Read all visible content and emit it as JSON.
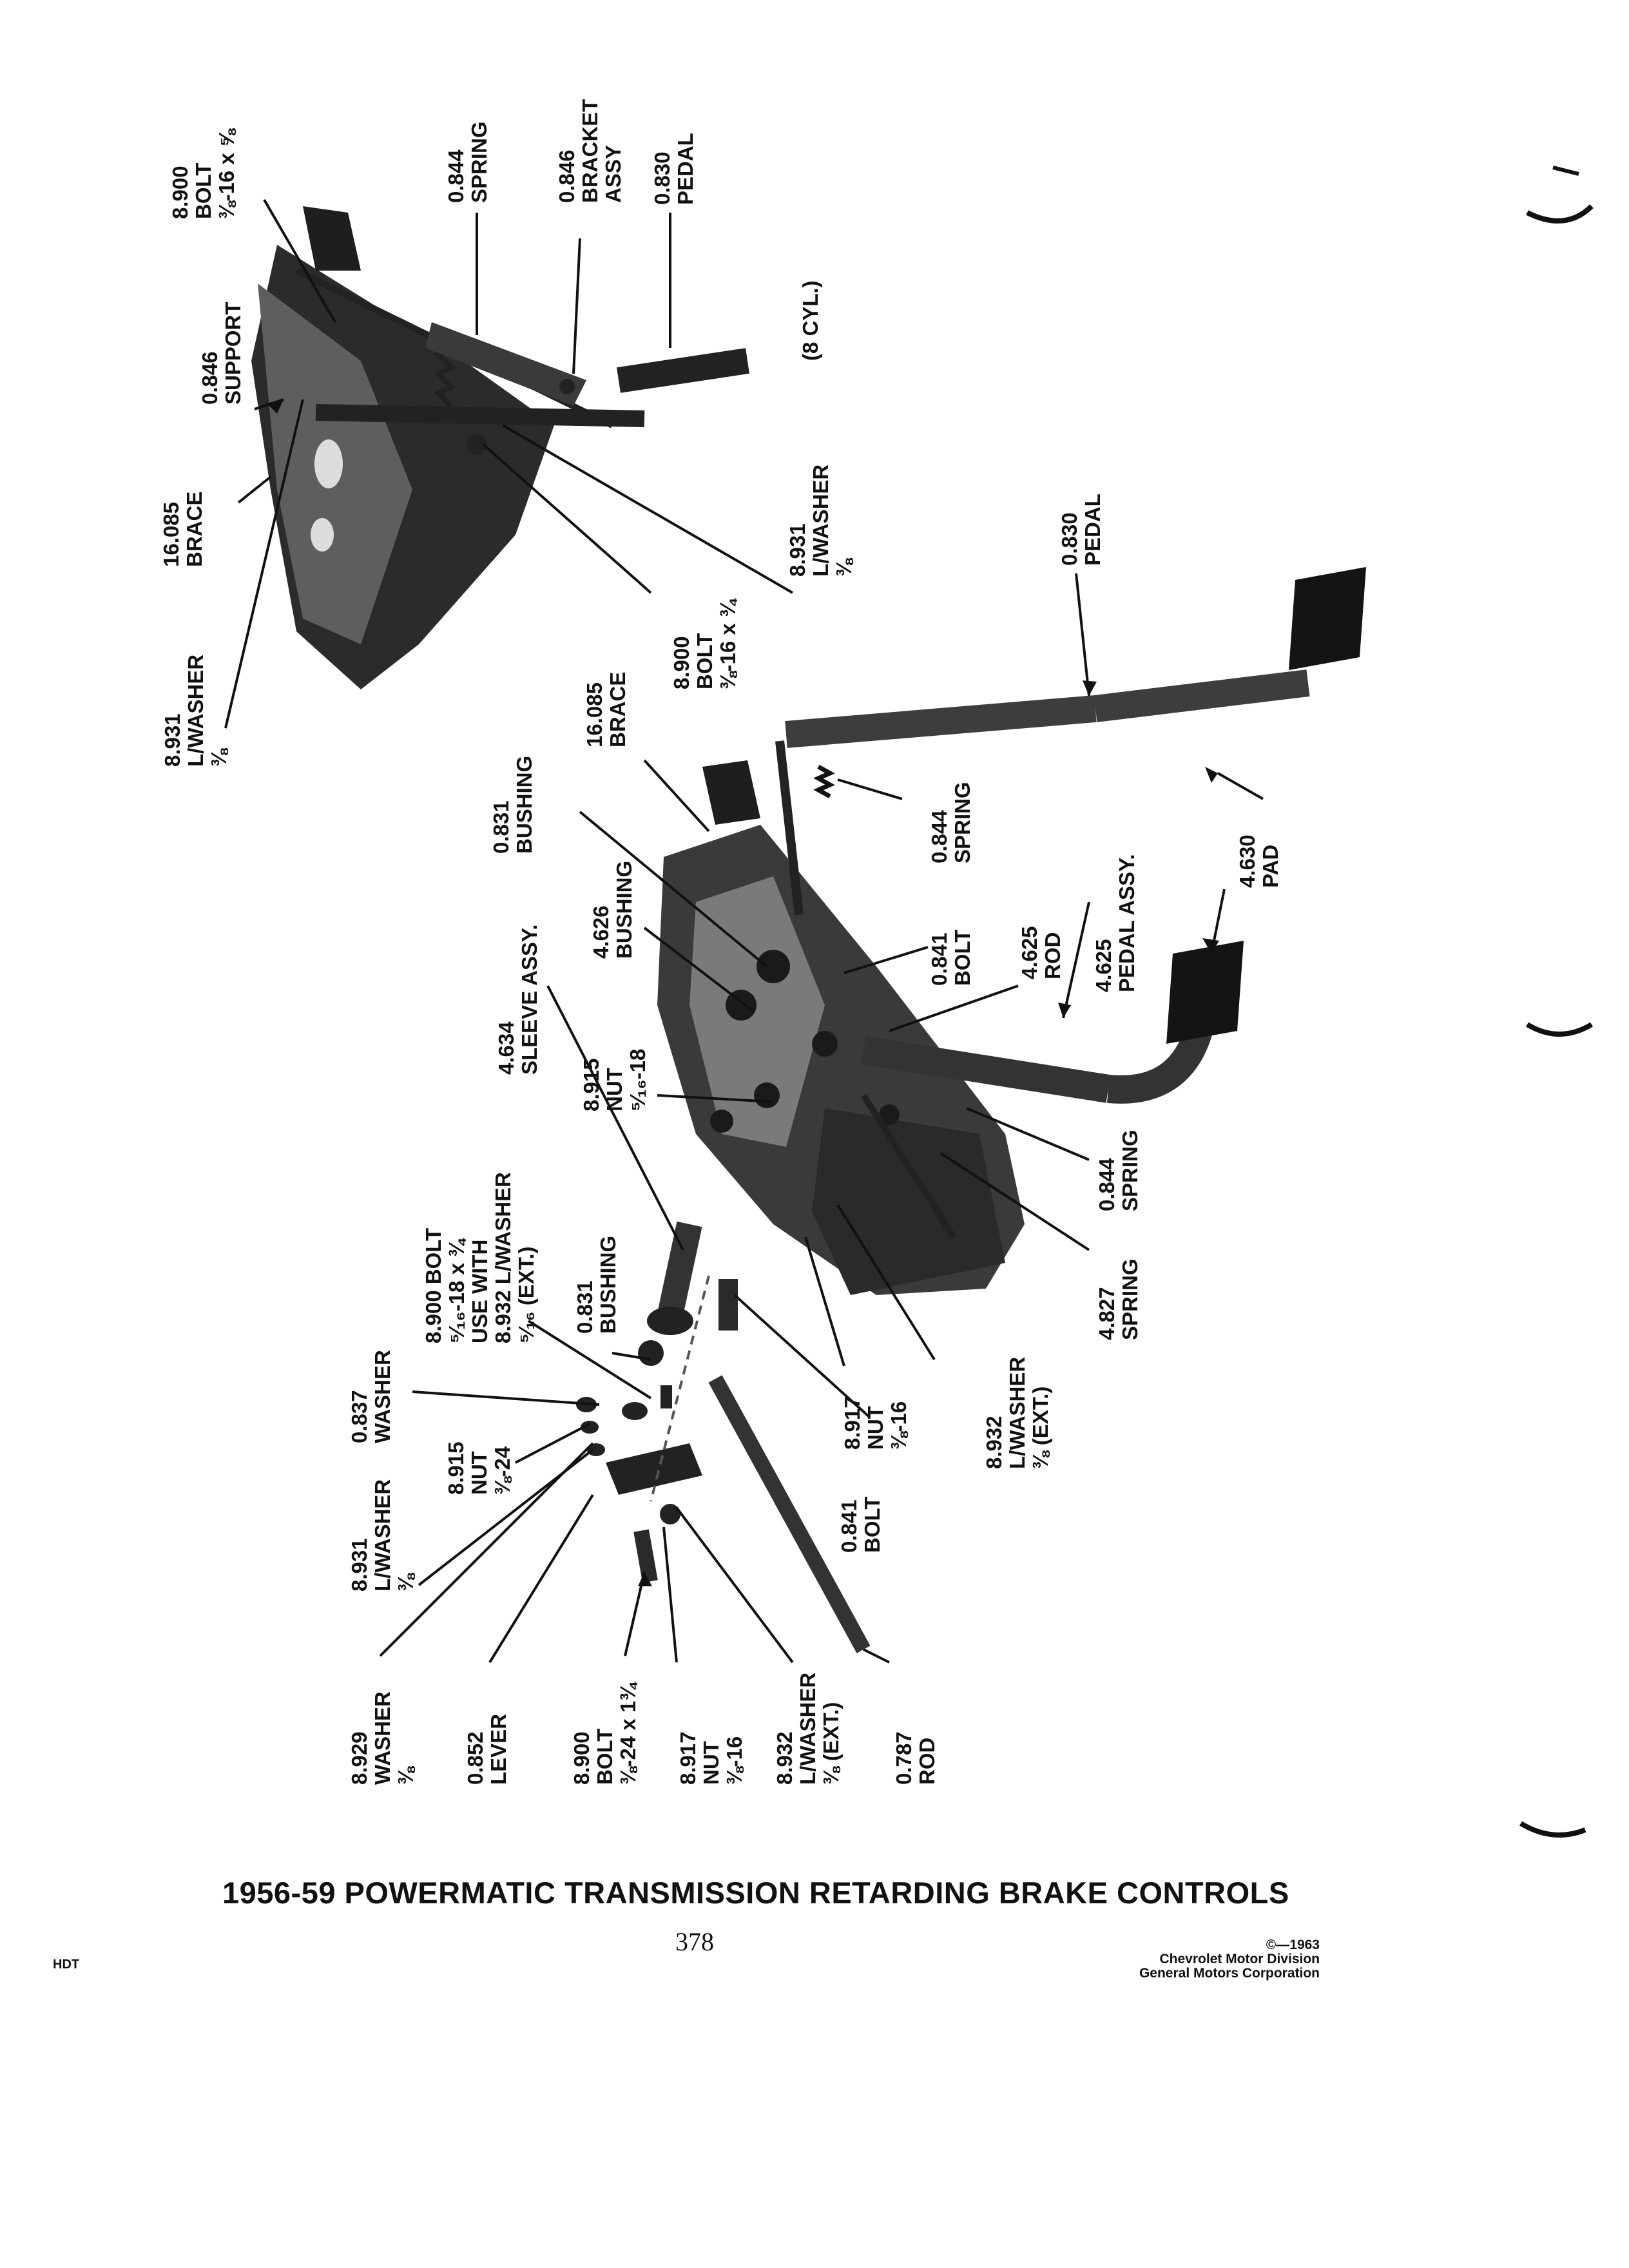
{
  "title": "1956-59 POWERMATIC TRANSMISSION RETARDING BRAKE CONTROLS",
  "page_number": "378",
  "section_code": "HDT",
  "copyright": {
    "line1": "©—1963",
    "line2": "Chevrolet Motor Division",
    "line3": "General Motors Corporation"
  },
  "top_assembly_note": "(8 CYL.)",
  "labels": {
    "top_bolt": [
      "8.900",
      "BOLT",
      "⅜-16 x ⅝"
    ],
    "top_spring": [
      "0.844",
      "SPRING"
    ],
    "top_bracket": [
      "0.846",
      "BRACKET",
      "ASSY"
    ],
    "top_pedal": [
      "0.830",
      "PEDAL"
    ],
    "top_support": [
      "0.846",
      "SUPPORT"
    ],
    "top_brace": [
      "16.085",
      "BRACE"
    ],
    "top_lwasher_left": [
      "8.931",
      "L/WASHER",
      "⅜"
    ],
    "top_bolt_lower": [
      "8.900",
      "BOLT",
      "⅜-16 x ¾"
    ],
    "top_lwasher_right": [
      "8.931",
      "L/WASHER",
      "⅜"
    ],
    "pedal_right": [
      "0.830",
      "PEDAL"
    ],
    "brace_mid": [
      "16.085",
      "BRACE"
    ],
    "bushing_mid": [
      "0.831",
      "BUSHING"
    ],
    "spring_mid": [
      "0.844",
      "SPRING"
    ],
    "pad": [
      "4.630",
      "PAD"
    ],
    "bushing_4626": [
      "4.626",
      "BUSHING"
    ],
    "pedal_assy": [
      "4.625",
      "PEDAL ASSY."
    ],
    "bolt_0841_upper": [
      "0.841",
      "BOLT"
    ],
    "rod_4625": [
      "4.625",
      "ROD"
    ],
    "sleeve_assy": [
      "4.634",
      "SLEEVE ASSY."
    ],
    "nut_8915_mid": [
      "8.915",
      "NUT",
      "⁵⁄₁₆-18"
    ],
    "spring_0844_lower": [
      "0.844",
      "SPRING"
    ],
    "spring_4827": [
      "4.827",
      "SPRING"
    ],
    "bolt_8900_ext": [
      "8.900 BOLT",
      "⁵⁄₁₆-18 x ¾",
      "USE WITH",
      "8.932 L/WASHER",
      "⁵⁄₁₆ (EXT.)"
    ],
    "bushing_0831_lower": [
      "0.831",
      "BUSHING"
    ],
    "washer_0837": [
      "0.837",
      "WASHER"
    ],
    "nut_8915_lower": [
      "8.915",
      "NUT",
      "⅜-24"
    ],
    "lwasher_8931_lower": [
      "8.931",
      "L/WASHER",
      "⅜"
    ],
    "nut_8917_mid": [
      "8.917",
      "NUT",
      "⅜-16"
    ],
    "lwasher_8932_mid": [
      "8.932",
      "L/WASHER",
      "⅜ (EXT.)"
    ],
    "bolt_0841_lower": [
      "0.841",
      "BOLT"
    ],
    "washer_8929": [
      "8.929",
      "WASHER",
      "⅜"
    ],
    "lever_0852": [
      "0.852",
      "LEVER"
    ],
    "bolt_8900_lower": [
      "8.900",
      "BOLT",
      "⅜-24 x 1¾"
    ],
    "nut_8917_lower": [
      "8.917",
      "NUT",
      "⅜-16"
    ],
    "lwasher_8932_lower": [
      "8.932",
      "L/WASHER",
      "⅜ (EXT.)"
    ],
    "rod_0787": [
      "0.787",
      "ROD"
    ]
  }
}
